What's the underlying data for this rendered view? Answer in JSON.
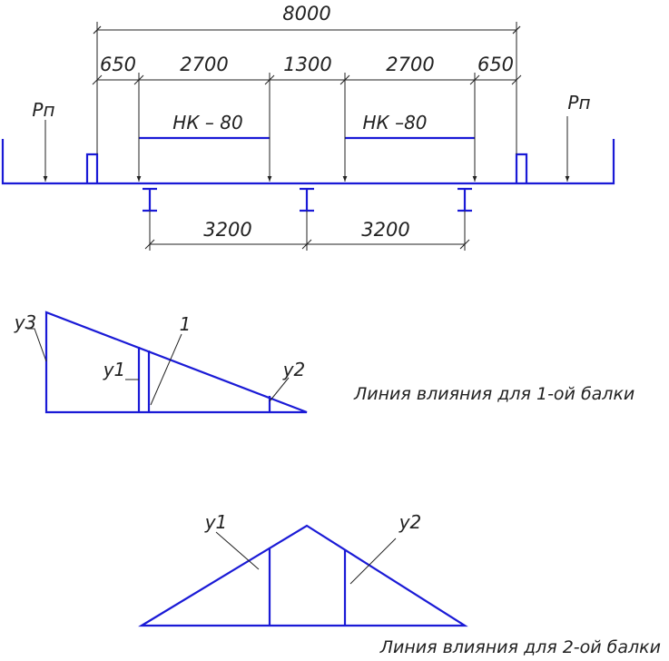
{
  "dimensions": {
    "total": "8000",
    "segments": [
      "650",
      "2700",
      "1300",
      "2700",
      "650"
    ],
    "beam_spacing": [
      "3200",
      "3200"
    ]
  },
  "loads": {
    "pedestrian_left": "Pп",
    "pedestrian_right": "Pп",
    "wheel_load_left": "НК – 80",
    "wheel_load_right": "НК –80"
  },
  "influence_line_1": {
    "ordinate_3": "у3",
    "ordinate_1": "у1",
    "ordinate_2": "у2",
    "mark": "1",
    "caption": "Линия влияния для 1-ой балки"
  },
  "influence_line_2": {
    "ordinate_1": "у1",
    "ordinate_2": "у2",
    "caption": "Линия влияния для 2-ой балки"
  },
  "colors": {
    "structure": "#1a1ad6",
    "dimension": "#222222"
  }
}
